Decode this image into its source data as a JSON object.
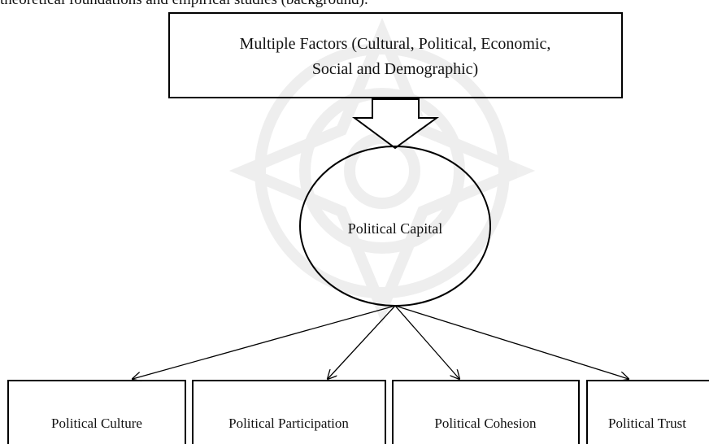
{
  "header_text": "theoretical foundations and empirical studies (background).",
  "diagram": {
    "source_line1": "Multiple Factors (Cultural, Political, Economic,",
    "source_line2": "Social and Demographic)",
    "center": "Political Capital",
    "outcomes": [
      "Political Culture",
      "Political Participation",
      "Political Cohesion",
      "Political Trust"
    ]
  }
}
